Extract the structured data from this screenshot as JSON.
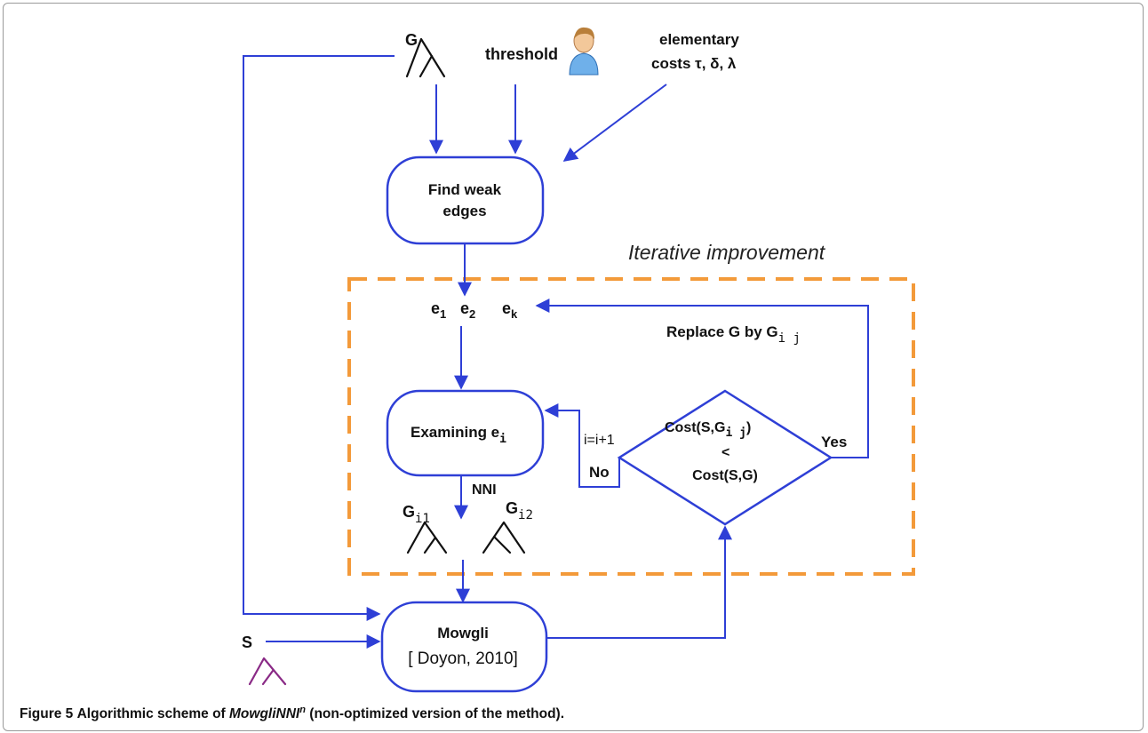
{
  "figure": {
    "caption": {
      "label": "Figure 5",
      "text_before": "Algorithmic scheme of",
      "method": "MowgliNNI",
      "method_sup": "n",
      "text_after": "(non-optimized version of the method)."
    }
  },
  "diagram": {
    "inputs": {
      "g_label": "G",
      "threshold": "threshold",
      "costs_line1": "elementary",
      "costs_line2": "costs τ, δ, λ",
      "s_label": "S"
    },
    "nodes": {
      "find_weak_line1": "Find weak",
      "find_weak_line2": "edges",
      "examining": "Examining e",
      "examining_sub": "i",
      "mowgli_line1": "Mowgli",
      "mowgli_line2": "[ Doyon, 2010]",
      "decision_line1": "Cost(S,G",
      "decision_line1_sub": "i j",
      "decision_line1_end": ")",
      "decision_line2": "<",
      "decision_line3": "Cost(S,G)"
    },
    "region_label": "Iterative improvement",
    "edges_list": {
      "e": "e",
      "sub1": "1",
      "sub2": "2",
      "subk": "k"
    },
    "labels": {
      "replace": "Replace G  by G",
      "replace_sub": "i j",
      "increment": "i=i+1",
      "no": "No",
      "yes": "Yes",
      "nni": "NNI",
      "gi": "G",
      "gi1_sub": "i1",
      "gi2_sub": "i2"
    },
    "colors": {
      "flow": "#2e3fd6",
      "region": "#f39a3a",
      "species_tree": "#8a2a86"
    }
  }
}
